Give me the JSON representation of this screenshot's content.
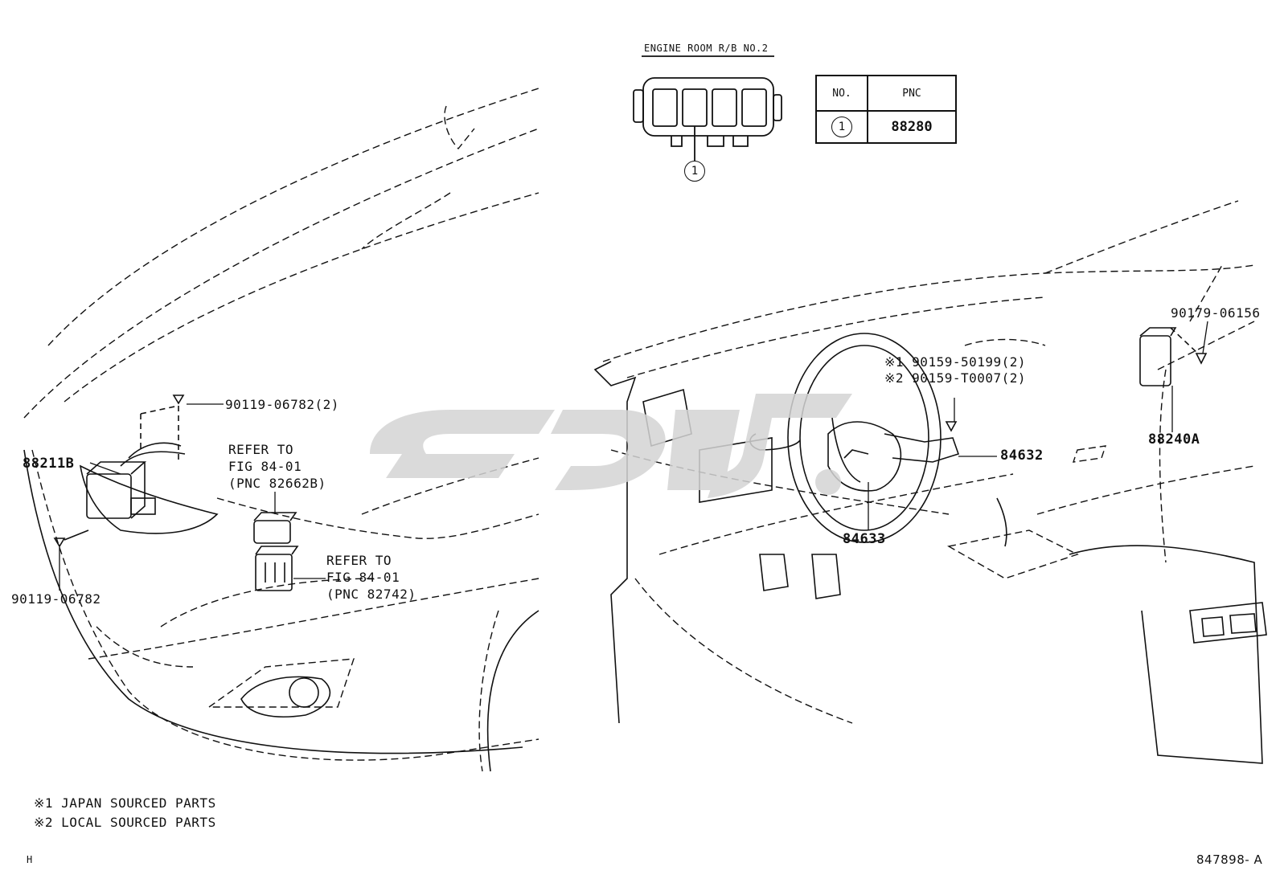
{
  "header": {
    "box_title": "ENGINE ROOM R/B NO.2",
    "callout_1": "1"
  },
  "pnc_table": {
    "col_no": "NO.",
    "col_pnc": "PNC",
    "rows": [
      {
        "no": "1",
        "pnc": "88280"
      }
    ]
  },
  "labels": {
    "bolt_top": "90119-06782(2)",
    "bolt_bottom": "90119-06782",
    "part_88211b": "88211B",
    "refer1_line1": "REFER TO",
    "refer1_line2": "FIG 84-01",
    "refer1_line3": "(PNC 82662B)",
    "refer2_line1": "REFER TO",
    "refer2_line2": "FIG 84-01",
    "refer2_line3": "(PNC 82742)",
    "screw1": "※1 90159-50199(2)",
    "screw2": "※2 90159-T0007(2)",
    "part_84632": "84632",
    "part_84633": "84633",
    "nut": "90179-06156",
    "part_88240a": "88240A"
  },
  "notes": {
    "note1": "※1 JAPAN SOURCED PARTS",
    "note2": "※2 LOCAL SOURCED PARTS"
  },
  "footer": {
    "left_code": "H",
    "drawing_no": "847898- A"
  },
  "colors": {
    "ink": "#111111",
    "watermark": "#d4d4d4"
  }
}
